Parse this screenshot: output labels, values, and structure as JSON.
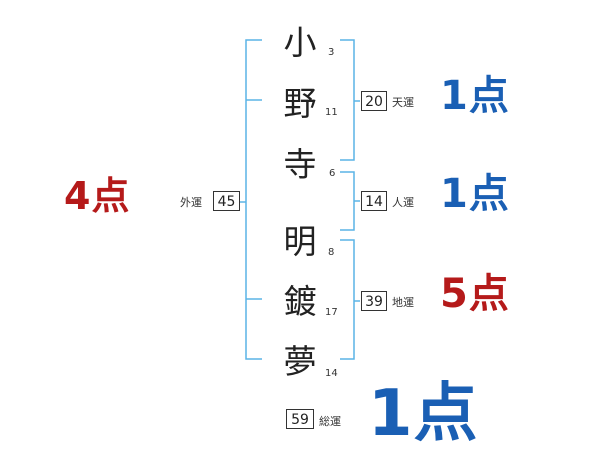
{
  "colors": {
    "bracket": "#5ab4e6",
    "score_blue": "#1a5fb4",
    "score_red": "#b51a1a"
  },
  "surname": [
    {
      "char": "小",
      "strokes": "3"
    },
    {
      "char": "野",
      "strokes": "11"
    },
    {
      "char": "寺",
      "strokes": "6"
    }
  ],
  "given_name": [
    {
      "char": "明",
      "strokes": "8"
    },
    {
      "char": "鍍",
      "strokes": "17"
    },
    {
      "char": "夢",
      "strokes": "14"
    }
  ],
  "fortunes": {
    "tenun": {
      "label": "天運",
      "value": "20",
      "score": "1点",
      "score_color": "blue"
    },
    "jinun": {
      "label": "人運",
      "value": "14",
      "score": "1点",
      "score_color": "blue"
    },
    "chiun": {
      "label": "地運",
      "value": "39",
      "score": "5点",
      "score_color": "red"
    },
    "gaiun": {
      "label": "外運",
      "value": "45",
      "score": "4点",
      "score_color": "red"
    },
    "soun": {
      "label": "総運",
      "value": "59",
      "score": "1点",
      "score_color": "blue"
    }
  }
}
